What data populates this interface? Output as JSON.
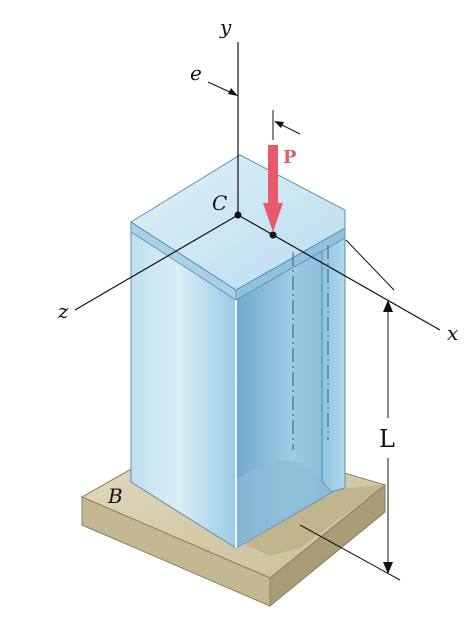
{
  "labels": {
    "y_axis": "y",
    "x_axis": "x",
    "z_axis": "z",
    "eccentricity": "e",
    "centroid": "C",
    "load": "P",
    "length": "L",
    "base": "B"
  },
  "colors": {
    "load_arrow": "#e85a6a",
    "column_light": "#cfe6f2",
    "column_mid": "#a9d2e8",
    "column_dark": "#7fb6d6",
    "base_top": "#d8cfb2",
    "base_side": "#b8ad8c",
    "line": "#111111"
  }
}
